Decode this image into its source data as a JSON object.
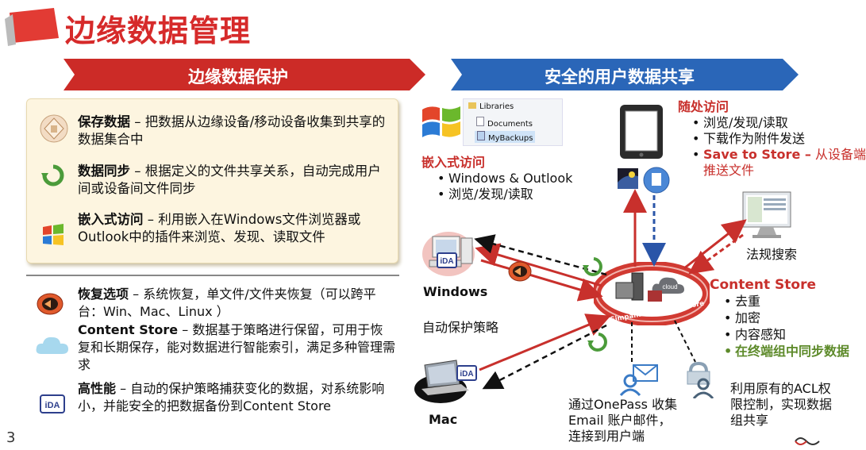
{
  "title": "边缘数据管理",
  "left_header": "边缘数据保护",
  "right_header": "安全的用户数据共享",
  "features": [
    {
      "bold": "保存数据",
      "text": " – 把数据从边缘设备/移动设备收集到共享的数据集合中"
    },
    {
      "bold": "数据同步",
      "text": " – 根据定义的文件共享关系，自动完成用户间或设备间文件同步"
    },
    {
      "bold": "嵌入式访问",
      "text": " – 利用嵌入在Windows文件浏览器或Outlook中的插件来浏览、发现、读取文件"
    }
  ],
  "lower": [
    {
      "bold": "恢复选项",
      "text": " – 系统恢复，单文件/文件夹恢复（可以跨平台：Win、Mac、Linux ）"
    },
    {
      "bold": "Content Store",
      "text": " – 数据基于策略进行保留，可用于恢复和长期保存，能对数据进行智能索引，满足多种管理需求"
    },
    {
      "bold": "高性能",
      "text": " – 自动的保护策略捕获变化的数据，对系统影响小，并能安全的把数据备份到Content Store"
    }
  ],
  "explorer": {
    "items": [
      "Libraries",
      "Documents",
      "MyBackups"
    ]
  },
  "embedded": {
    "heading": "嵌入式访问",
    "items": [
      "Windows & Outlook",
      "浏览/发现/读取"
    ]
  },
  "anywhere": {
    "heading": "随处访问",
    "items": [
      "浏览/发现/读取",
      "下载作为附件发送"
    ],
    "save_bold": "Save to Store –",
    "save_rest": " 从设备端推送文件"
  },
  "content_store": {
    "heading": "Content Store",
    "items": [
      "去重",
      "加密",
      "内容感知"
    ],
    "green_item": "在终端组中同步数据"
  },
  "labels": {
    "windows": "Windows",
    "mac": "Mac",
    "policy": "自动保护策略",
    "compliance": "法规搜索",
    "onepass": "通过OnePass 收集Email 账户邮件，连接到用户端",
    "acl": "利用原有的ACL权限控制，实现数据组共享",
    "ring": "Simpana® Content Store",
    "cloud": "cloud",
    "ida": "iDA"
  },
  "page_number": "3",
  "colors": {
    "title_red": "#d62a2a",
    "left_bar": "#cc2b27",
    "right_bar": "#2a66b8",
    "arrow_red": "#c8302c",
    "arrow_blue": "#2a55a8",
    "green_text": "#5d8a2a"
  }
}
